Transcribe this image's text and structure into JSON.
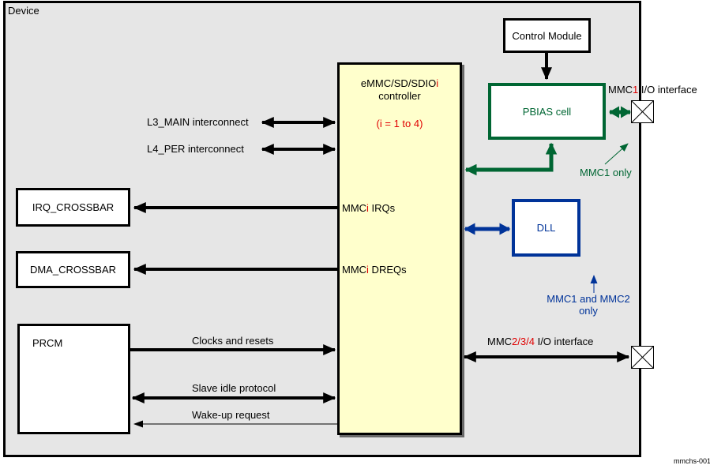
{
  "diagram": {
    "device_label": "Device",
    "figure_id": "mmchs-001"
  },
  "controller": {
    "name_prefix": "eMMC/SD/SDIO",
    "name_i": "i",
    "name_line2": "controller",
    "range_note": "(i = 1 to 4)"
  },
  "blocks": {
    "control_module": "Control Module",
    "pbias_cell": "PBIAS cell",
    "dll": "DLL",
    "irq_crossbar": "IRQ_CROSSBAR",
    "dma_crossbar": "DMA_CROSSBAR",
    "prcm": "PRCM"
  },
  "connections": {
    "l3_main": "L3_MAIN interconnect",
    "l4_per": "L4_PER interconnect",
    "mmci_irqs": {
      "prefix": "MMC",
      "red": "i",
      "suffix": " IRQs"
    },
    "mmci_dreqs": {
      "prefix": "MMC",
      "red": "i",
      "suffix": " DREQs"
    },
    "clocks_resets": "Clocks and resets",
    "slave_idle": "Slave idle protocol",
    "wakeup": "Wake-up request",
    "mmc1_io": {
      "prefix": "MMC",
      "red": "1",
      "suffix": " I/O interface"
    },
    "mmc234_io": {
      "prefix": "MMC",
      "red": "2/3/4",
      "suffix": " I/O interface"
    }
  },
  "notes": {
    "mmc1_only": "MMC1 only",
    "mmc12_only_line1": "MMC1 and MMC2",
    "mmc12_only_line2": "only"
  },
  "colors": {
    "device_background": "#e6e6e6",
    "controller_background": "#ffffcc",
    "highlight_red": "#e00000",
    "pbias_green": "#006633",
    "dll_navy": "#003399"
  }
}
